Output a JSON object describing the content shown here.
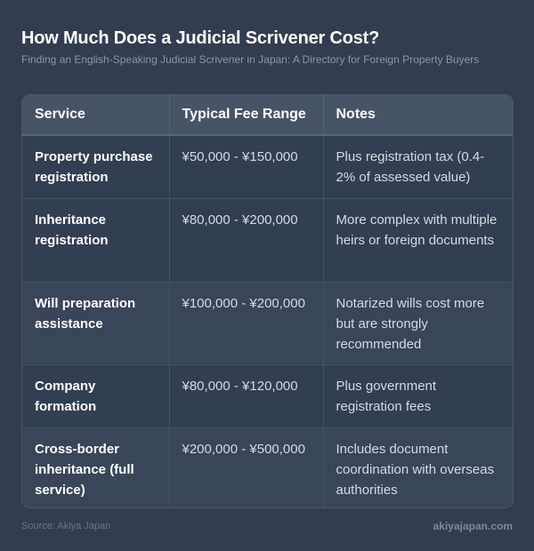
{
  "header": {
    "title": "How Much Does a Judicial Scrivener Cost?",
    "subtitle": "Finding an English-Speaking Judicial Scrivener in Japan: A Directory for Foreign Property Buyers"
  },
  "table": {
    "columns": [
      "Service",
      "Typical Fee Range",
      "Notes"
    ],
    "rows": [
      {
        "service": "Property purchase registration",
        "fee": "¥50,000 - ¥150,000",
        "notes": "Plus registration tax (0.4-2% of assessed value)"
      },
      {
        "service": "Inheritance registration",
        "fee": "¥80,000 - ¥200,000",
        "notes": "More complex with multiple heirs or foreign documents"
      },
      {
        "service": "Will preparation assistance",
        "fee": "¥100,000 - ¥200,000",
        "notes": "Notarized wills cost more but are strongly recommended"
      },
      {
        "service": "Company formation",
        "fee": "¥80,000 - ¥120,000",
        "notes": "Plus government registration fees"
      },
      {
        "service": "Cross-border inheritance (full service)",
        "fee": "¥200,000 - ¥500,000",
        "notes": "Includes document coordination with overseas authorities"
      }
    ]
  },
  "footer": {
    "source": "Source: Akiya Japan",
    "site": "akiyajapan.com"
  },
  "colors": {
    "background": "#323d50",
    "header_row": "#475468",
    "row_odd": "#323e52",
    "row_even": "#394559",
    "text_primary": "#ffffff",
    "text_muted": "#8c96a5"
  }
}
